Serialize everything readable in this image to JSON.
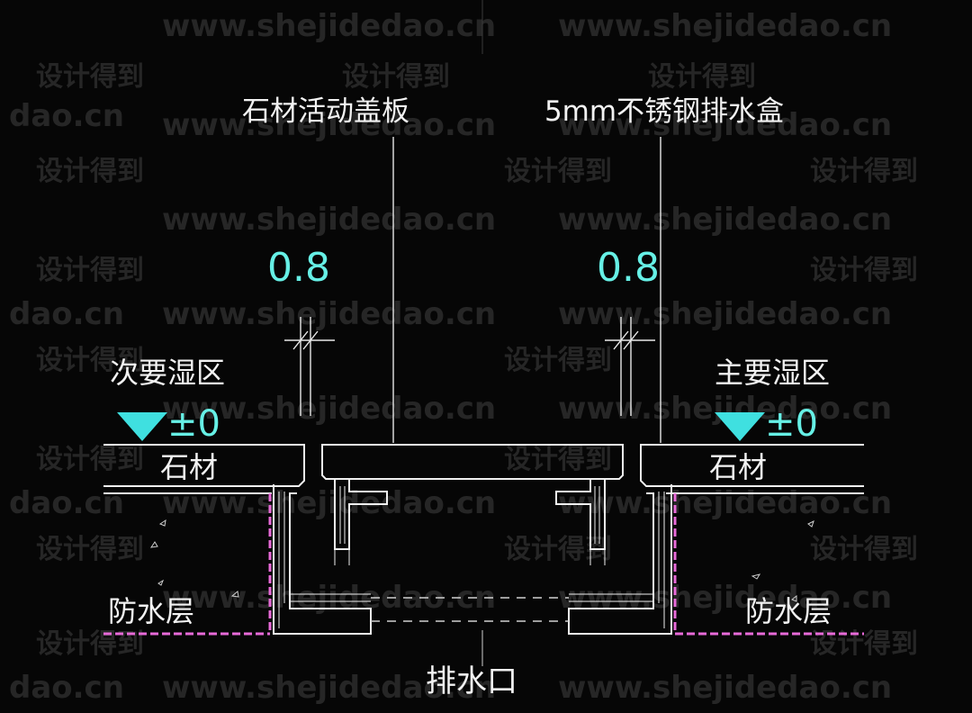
{
  "watermark": {
    "url": "www.shejidedao.cn",
    "cn_text": "设计得到",
    "url_fragment": "dao.cn"
  },
  "labels": {
    "cover_plate": "石材活动盖板",
    "drain_box": "5mm不锈钢排水盒",
    "dim_left": "0.8",
    "dim_right": "0.8",
    "secondary_wet_area": "次要湿区",
    "primary_wet_area": "主要湿区",
    "level_left": "±0",
    "level_right": "±0",
    "stone_left": "石材",
    "stone_right": "石材",
    "waterproof_left": "防水层",
    "waterproof_right": "防水层",
    "drain_outlet": "排水口"
  },
  "colors": {
    "background": "#060606",
    "line": "#f0f0f0",
    "dimension": "#66f0e6",
    "waterproof": "#e86ad8",
    "level_marker": "#3fe0e0"
  }
}
